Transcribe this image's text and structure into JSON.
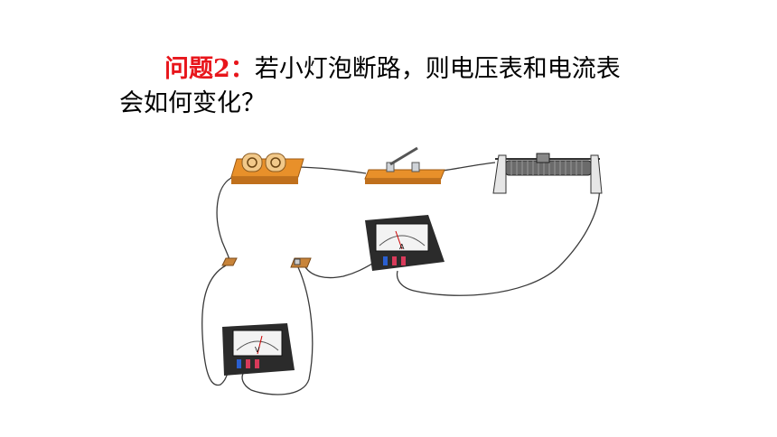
{
  "question": {
    "label": "问题2：",
    "text_line1": "若小灯泡断路，则电压表和电流表",
    "text_line2": "会如何变化？"
  },
  "colors": {
    "label_red": "#e8151b",
    "wire": "#3a3a3a",
    "board_orange": "#e8902a",
    "meter_dark": "#2b2b2b"
  },
  "circuit": {
    "components": [
      "battery-holder",
      "knife-switch",
      "rheostat",
      "ammeter",
      "voltmeter",
      "bulb-socket-terminals"
    ],
    "ammeter_letter": "A",
    "voltmeter_letter": "V"
  }
}
